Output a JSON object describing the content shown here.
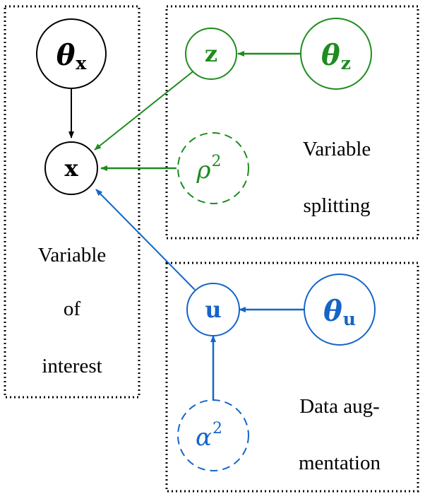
{
  "colors": {
    "black": "#000000",
    "green": "#1e8c1e",
    "blue": "#1565c8"
  },
  "nodes": {
    "theta_x": {
      "symbol": "θ",
      "subscript": "x"
    },
    "x": {
      "label": "x"
    },
    "z": {
      "label": "z"
    },
    "theta_z": {
      "symbol": "θ",
      "subscript": "z"
    },
    "rho": {
      "symbol": "ρ",
      "superscript": "2"
    },
    "u": {
      "label": "u"
    },
    "theta_u": {
      "symbol": "θ",
      "subscript": "u"
    },
    "alpha": {
      "symbol": "α",
      "superscript": "2"
    }
  },
  "boxes": {
    "interest": {
      "lines": [
        "Variable",
        "of",
        "interest"
      ]
    },
    "splitting": {
      "lines": [
        "Variable",
        "splitting"
      ]
    },
    "augmentation": {
      "lines": [
        "Data aug-",
        "mentation"
      ]
    }
  }
}
